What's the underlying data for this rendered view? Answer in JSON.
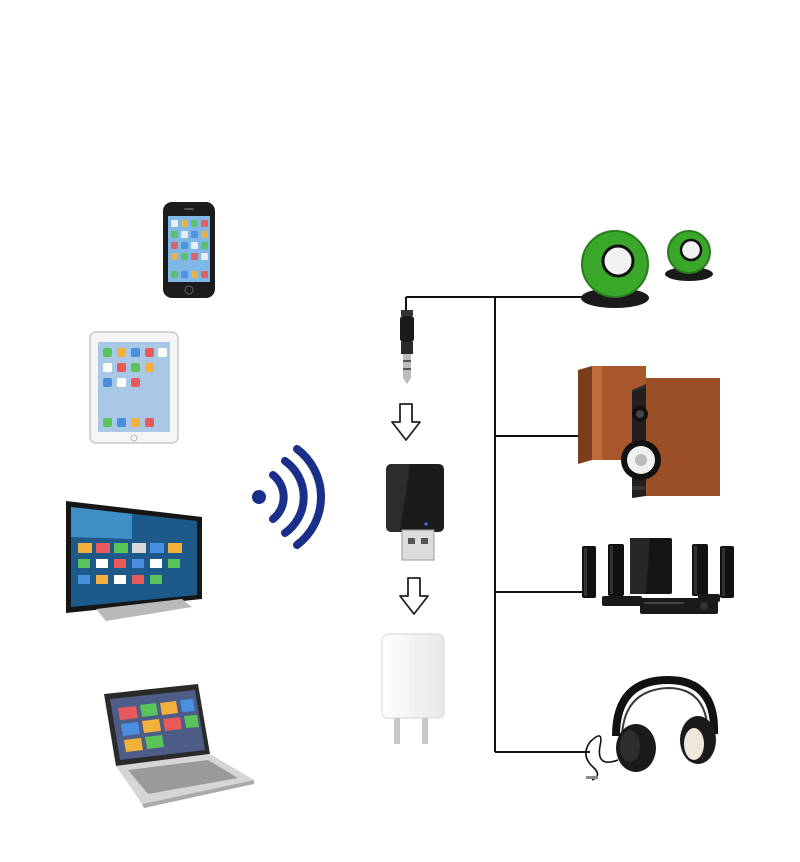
{
  "sources": [
    {
      "id": "smartphone",
      "icon": "smartphone-icon"
    },
    {
      "id": "tablet",
      "icon": "tablet-icon"
    },
    {
      "id": "smart-tv",
      "icon": "tv-icon"
    },
    {
      "id": "laptop",
      "icon": "laptop-icon"
    }
  ],
  "wireless_signal": {
    "icon": "wireless-signal-icon",
    "color": "#1a2f8a"
  },
  "adapter_chain": [
    {
      "id": "audio-jack",
      "icon": "audio-jack-icon"
    },
    {
      "id": "arrow-1",
      "icon": "arrow-down-icon"
    },
    {
      "id": "bluetooth-receiver",
      "icon": "bluetooth-receiver-icon"
    },
    {
      "id": "arrow-2",
      "icon": "arrow-down-icon"
    },
    {
      "id": "usb-power-adapter",
      "icon": "power-adapter-icon"
    }
  ],
  "outputs": [
    {
      "id": "mini-speakers",
      "icon": "mini-speakers-icon",
      "accent": "#3aa62a"
    },
    {
      "id": "bookshelf-speakers",
      "icon": "bookshelf-speakers-icon",
      "accent": "#a0552a"
    },
    {
      "id": "home-theater",
      "icon": "home-theater-icon",
      "accent": "#111111"
    },
    {
      "id": "headphones",
      "icon": "headphones-icon",
      "accent": "#111111"
    }
  ]
}
